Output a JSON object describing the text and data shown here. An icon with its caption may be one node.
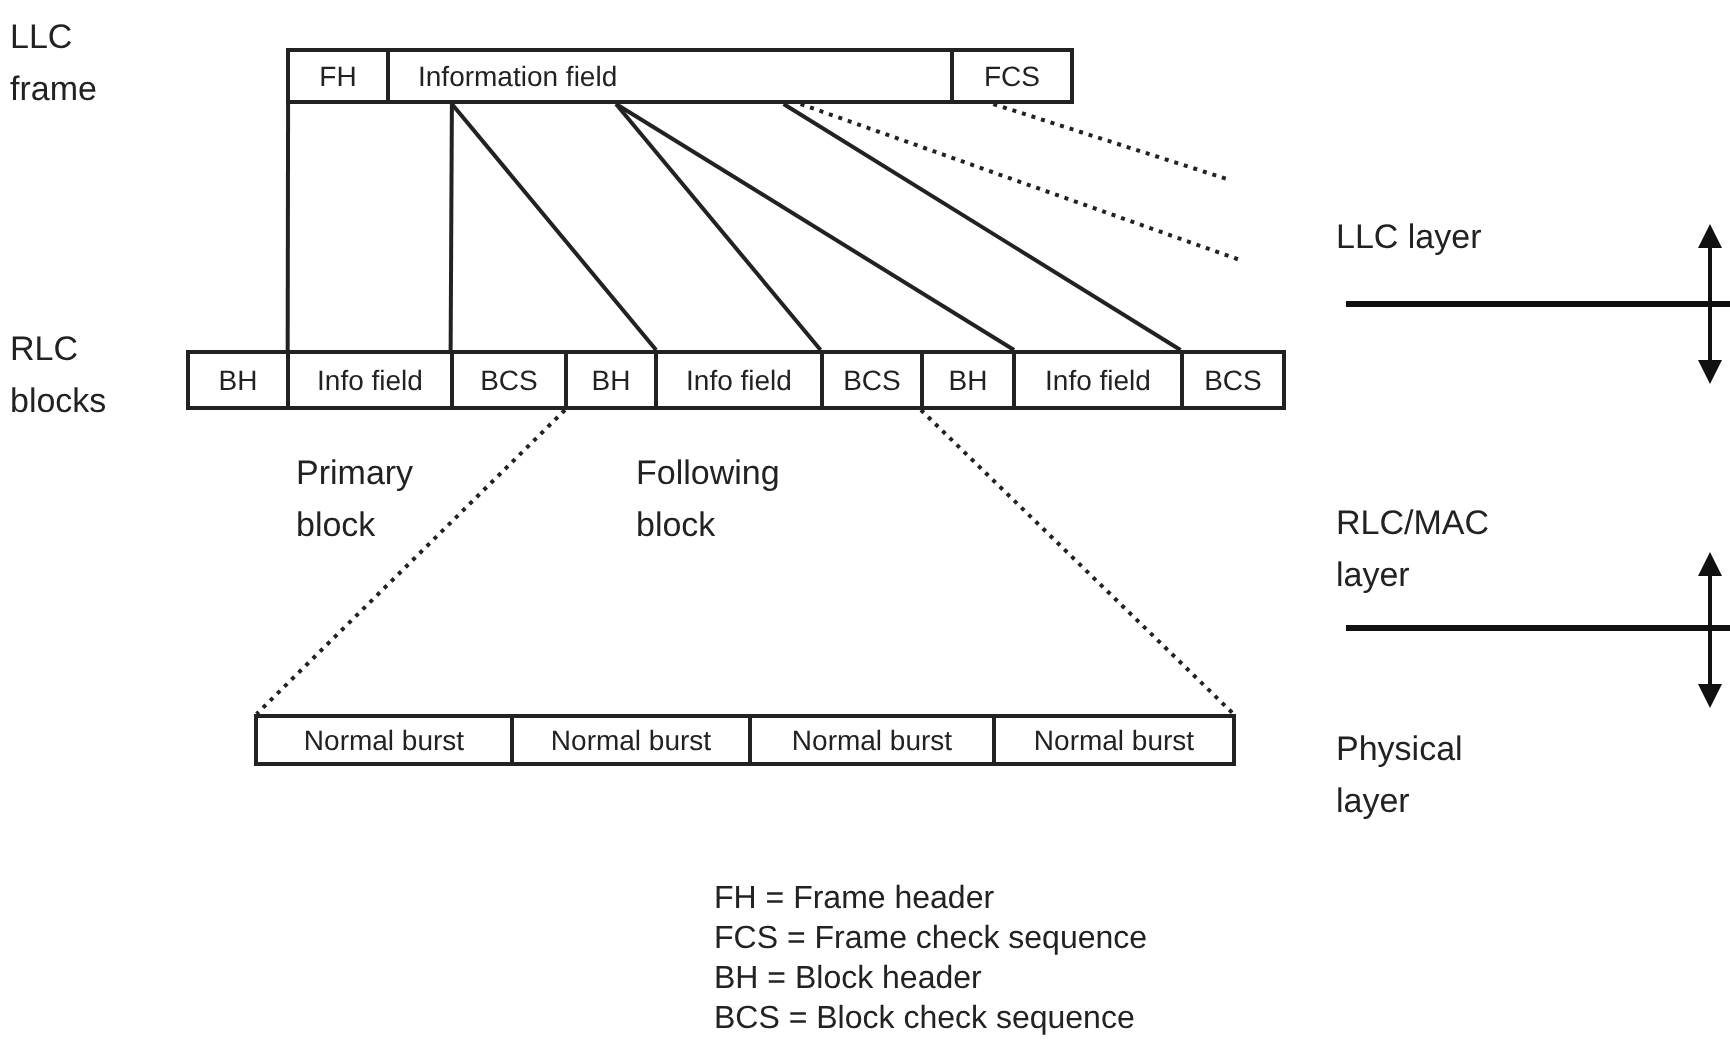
{
  "diagram": {
    "nodes": [
      {
        "text": [
          "FH"
        ]
      },
      {
        "text": [
          "Information field"
        ]
      },
      {
        "text": [
          "FCS"
        ]
      },
      {
        "text": [
          "BH"
        ]
      },
      {
        "text": [
          "Info field"
        ]
      },
      {
        "text": [
          "BCS"
        ]
      },
      {
        "text": [
          "BH"
        ]
      },
      {
        "text": [
          "Info field"
        ]
      },
      {
        "text": [
          "BCS"
        ]
      },
      {
        "text": [
          "BH"
        ]
      },
      {
        "text": [
          "Info field"
        ]
      },
      {
        "text": [
          "BCS"
        ]
      },
      {
        "text": [
          "Normal burst"
        ]
      },
      {
        "text": [
          "Normal burst"
        ]
      },
      {
        "text": [
          "Normal burst"
        ]
      },
      {
        "text": [
          "Normal burst"
        ]
      }
    ],
    "edges": [
      {
        "from": 0,
        "to": 4,
        "arrow": "none"
      },
      {
        "from": 1,
        "to": 4,
        "arrow": "none"
      },
      {
        "from": 1,
        "to": 6,
        "arrow": "none"
      },
      {
        "from": 1,
        "to": 7,
        "arrow": "none"
      },
      {
        "from": 1,
        "to": 9,
        "arrow": "none"
      },
      {
        "from": 1,
        "to": 10,
        "arrow": "none"
      },
      {
        "from": 1,
        "to": null,
        "arrow": "none",
        "style": "dashed"
      },
      {
        "from": 2,
        "to": null,
        "arrow": "none",
        "style": "dashed"
      },
      {
        "from": 6,
        "to": 12,
        "arrow": "none",
        "style": "dashed"
      },
      {
        "from": 9,
        "to": 15,
        "arrow": "none",
        "style": "dashed"
      }
    ],
    "labels": [
      "LLC frame",
      "LLC layer",
      "RLC blocks",
      "Primary block",
      "Following block",
      "RLC/MAC layer",
      "Physical layer",
      "FH = Frame header",
      "FCS = Frame check sequence",
      "BH = Block header",
      "BCS = Block check sequence"
    ]
  }
}
